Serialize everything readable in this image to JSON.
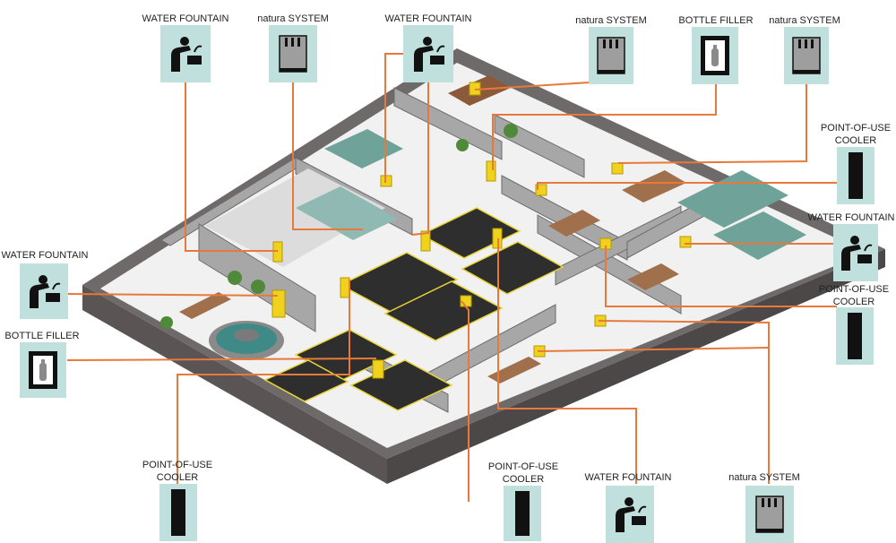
{
  "colors": {
    "leader_line": "#e8793a",
    "icon_box": "#bfe0dc",
    "floor": "#f1f1f1",
    "wall_top": "#a7a7a7",
    "wall_side": "#6e6a69",
    "fixture": "#f0d21e"
  },
  "callouts": [
    {
      "id": "wf1",
      "label": "WATER FOUNTAIN",
      "icon": "water-fountain-icon"
    },
    {
      "id": "ns1",
      "label": "natura SYSTEM",
      "icon": "natura-system-icon"
    },
    {
      "id": "wf2",
      "label": "WATER FOUNTAIN",
      "icon": "water-fountain-icon"
    },
    {
      "id": "ns2",
      "label": "natura SYSTEM",
      "icon": "natura-system-icon"
    },
    {
      "id": "bf1",
      "label": "BOTTLE FILLER",
      "icon": "bottle-filler-icon"
    },
    {
      "id": "ns3",
      "label": "natura SYSTEM",
      "icon": "natura-system-icon"
    },
    {
      "id": "pc1",
      "label": "POINT-OF-USE\nCOOLER",
      "icon": "point-of-use-cooler-icon"
    },
    {
      "id": "wf3",
      "label": "WATER FOUNTAIN",
      "icon": "water-fountain-icon"
    },
    {
      "id": "pc2",
      "label": "POINT-OF-USE\nCOOLER",
      "icon": "point-of-use-cooler-icon"
    },
    {
      "id": "wf4",
      "label": "WATER FOUNTAIN",
      "icon": "water-fountain-icon"
    },
    {
      "id": "bf2",
      "label": "BOTTLE FILLER",
      "icon": "bottle-filler-icon"
    },
    {
      "id": "pc3",
      "label": "POINT-OF-USE\nCOOLER",
      "icon": "point-of-use-cooler-icon"
    },
    {
      "id": "pc4",
      "label": "POINT-OF-USE\nCOOLER",
      "icon": "point-of-use-cooler-icon"
    },
    {
      "id": "wf5",
      "label": "WATER FOUNTAIN",
      "icon": "water-fountain-icon"
    },
    {
      "id": "ns4",
      "label": "natura SYSTEM",
      "icon": "natura-system-icon"
    }
  ]
}
